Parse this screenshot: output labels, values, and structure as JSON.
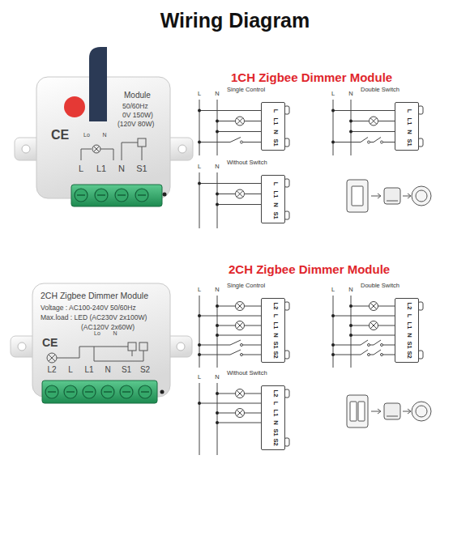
{
  "diagram": {
    "title": "Wiring Diagram",
    "nodes": [
      {
        "text": [
          "Module",
          "50/60Hz",
          "0V 150W)",
          "(120V 80W)",
          "CE",
          "Lo",
          "N",
          "L",
          "L1",
          "N",
          "S1"
        ]
      },
      {
        "text": [
          "L",
          "L1",
          "N",
          "S1"
        ]
      },
      {
        "text": [
          "L",
          "L1",
          "N",
          "S1"
        ]
      },
      {
        "text": [
          "L",
          "L1",
          "N",
          "S1"
        ]
      },
      {
        "text": [
          "2CH Zigbee Dimmer Module",
          "Voltage : AC100-240V 50/60Hz",
          "Max.load : LED (AC230V 2x100W)",
          "(AC120V 2x60W)",
          "CE",
          "Lo",
          "N",
          "L2",
          "L",
          "L1",
          "N",
          "S1",
          "S2"
        ]
      },
      {
        "text": [
          "L2",
          "L",
          "L1",
          "N",
          "S1",
          "S2"
        ]
      },
      {
        "text": [
          "L2",
          "L",
          "L1",
          "N",
          "S1",
          "S2"
        ]
      },
      {
        "text": [
          "L2",
          "L",
          "L1",
          "N",
          "S1",
          "S2"
        ]
      }
    ],
    "labels": [
      "1CH Zigbee Dimmer Module",
      "Single Control",
      "L",
      "N",
      "Double Switch",
      "L",
      "N",
      "Without Switch",
      "L",
      "N",
      "2CH Zigbee Dimmer Module",
      "Single Control",
      "L",
      "N",
      "Double Switch",
      "L",
      "N",
      "Without Switch",
      "L",
      "N"
    ]
  }
}
